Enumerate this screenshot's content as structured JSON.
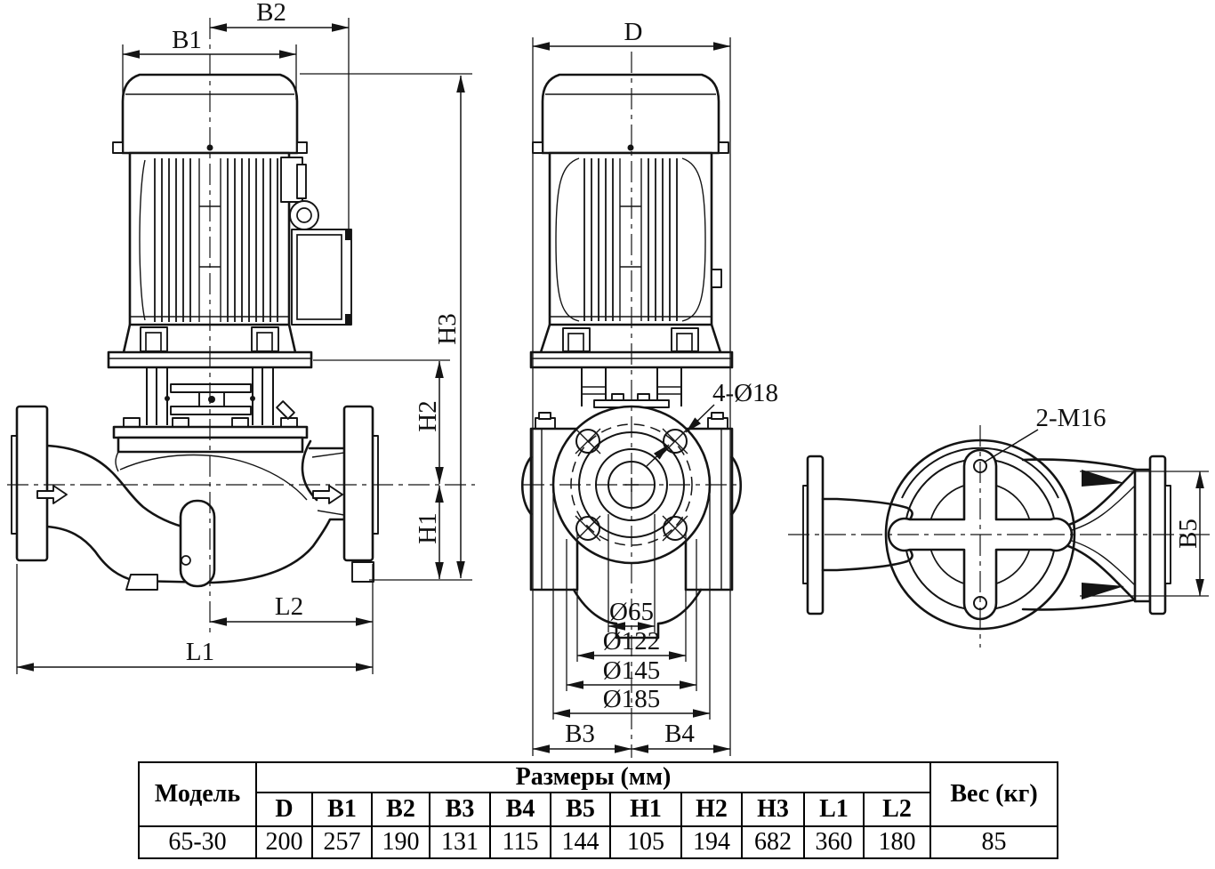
{
  "colors": {
    "line": "#141414",
    "background": "#ffffff"
  },
  "views": {
    "side": {
      "labels": {
        "b2": "B2",
        "b1": "B1",
        "h3": "H3",
        "h2": "H2",
        "h1": "H1",
        "l2": "L2",
        "l1": "L1"
      }
    },
    "front": {
      "labels": {
        "d": "D",
        "holes": "4-Ø18",
        "dia65": "Ø65",
        "dia122": "Ø122",
        "dia145": "Ø145",
        "dia185": "Ø185",
        "b3": "B3",
        "b4": "B4"
      }
    },
    "top": {
      "labels": {
        "taps": "2-M16",
        "b5": "B5"
      }
    }
  },
  "table": {
    "model_header": "Модель",
    "size_header": "Размеры (мм)",
    "weight_header": "Вес (кг)",
    "columns": [
      "D",
      "B1",
      "B2",
      "B3",
      "B4",
      "B5",
      "H1",
      "H2",
      "H3",
      "L1",
      "L2"
    ],
    "row": {
      "model": "65-30",
      "values": [
        "200",
        "257",
        "190",
        "131",
        "115",
        "144",
        "105",
        "194",
        "682",
        "360",
        "180"
      ],
      "weight": "85"
    }
  }
}
